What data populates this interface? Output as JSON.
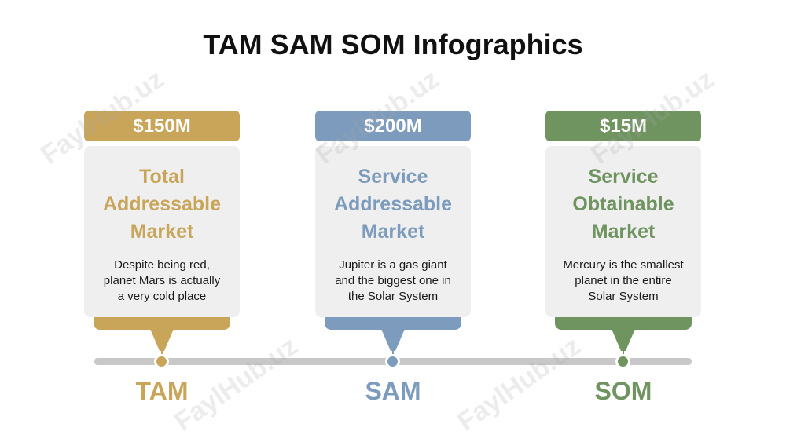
{
  "title": "TAM SAM SOM Infographics",
  "watermark": "FaylHub.uz",
  "columns": [
    {
      "key": "tam",
      "price": "$150M",
      "name_lines": [
        "Total",
        "Addressable",
        "Market"
      ],
      "desc_lines": [
        "Despite being red,",
        "planet Mars is actually",
        "a very cold place"
      ],
      "label": "TAM",
      "color": "#c9a55a"
    },
    {
      "key": "sam",
      "price": "$200M",
      "name_lines": [
        "Service",
        "Addressable",
        "Market"
      ],
      "desc_lines": [
        "Jupiter is a gas giant",
        "and the biggest one in",
        "the Solar System"
      ],
      "label": "SAM",
      "color": "#7d9bbd"
    },
    {
      "key": "som",
      "price": "$15M",
      "name_lines": [
        "Service",
        "Obtainable",
        "Market"
      ],
      "desc_lines": [
        "Mercury is the smallest",
        "planet in the entire",
        "Solar System"
      ],
      "label": "SOM",
      "color": "#6f9460"
    }
  ]
}
